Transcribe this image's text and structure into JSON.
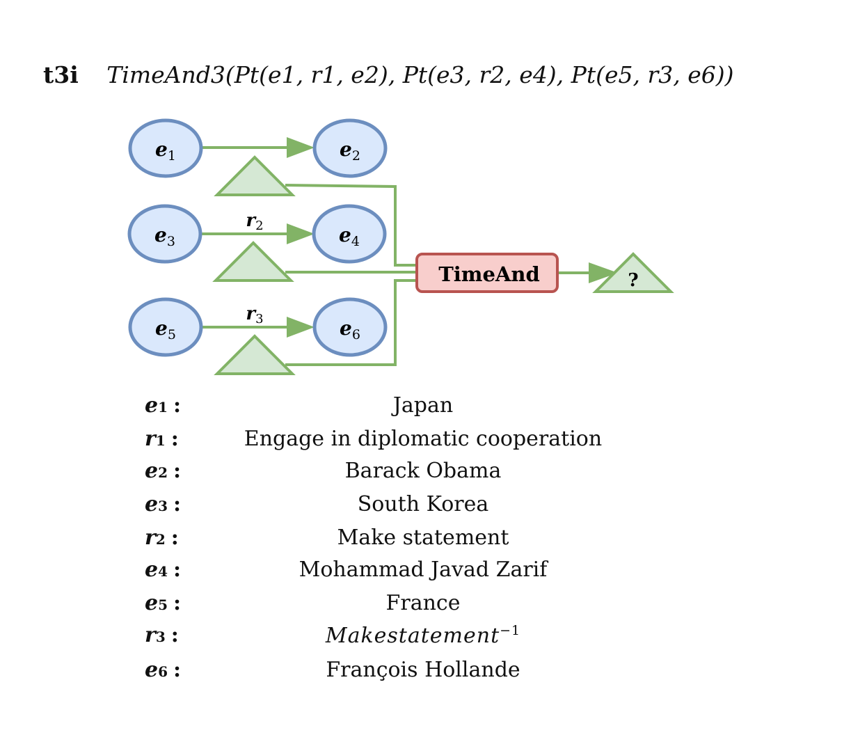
{
  "title": {
    "tag": "t3i",
    "formula": "TimeAnd3(Pt(e1, r1, e2), Pt(e3, r2, e4), Pt(e5, r3, e6))"
  },
  "diagram": {
    "nodes": [
      {
        "id": "e1",
        "base": "e",
        "sub": "1"
      },
      {
        "id": "e2",
        "base": "e",
        "sub": "2"
      },
      {
        "id": "e3",
        "base": "e",
        "sub": "3"
      },
      {
        "id": "e4",
        "base": "e",
        "sub": "4"
      },
      {
        "id": "e5",
        "base": "e",
        "sub": "5"
      },
      {
        "id": "e6",
        "base": "e",
        "sub": "6"
      }
    ],
    "edge_labels": [
      {
        "base": "r",
        "sub": "2"
      },
      {
        "base": "r",
        "sub": "3"
      }
    ],
    "operator": "TimeAnd",
    "result": "?",
    "colors": {
      "node_fill": "#dae8fc",
      "node_stroke": "#6c8ebf",
      "edge": "#82b366",
      "triangle_fill": "#d5e8d4",
      "operator_fill": "#f8cecc",
      "operator_stroke": "#b85450"
    }
  },
  "legend": [
    {
      "base": "e",
      "sub": "1",
      "value": "Japan"
    },
    {
      "base": "r",
      "sub": "1",
      "value": "Engage in diplomatic cooperation"
    },
    {
      "base": "e",
      "sub": "2",
      "value": "Barack Obama"
    },
    {
      "base": "e",
      "sub": "3",
      "value": "South Korea"
    },
    {
      "base": "r",
      "sub": "2",
      "value": "Make statement"
    },
    {
      "base": "e",
      "sub": "4",
      "value": "Mohammad Javad Zarif"
    },
    {
      "base": "e",
      "sub": "5",
      "value": "France"
    },
    {
      "base": "r",
      "sub": "3",
      "value": "Makestatement",
      "sup": "−1"
    },
    {
      "base": "e",
      "sub": "6",
      "value": "François Hollande"
    }
  ]
}
